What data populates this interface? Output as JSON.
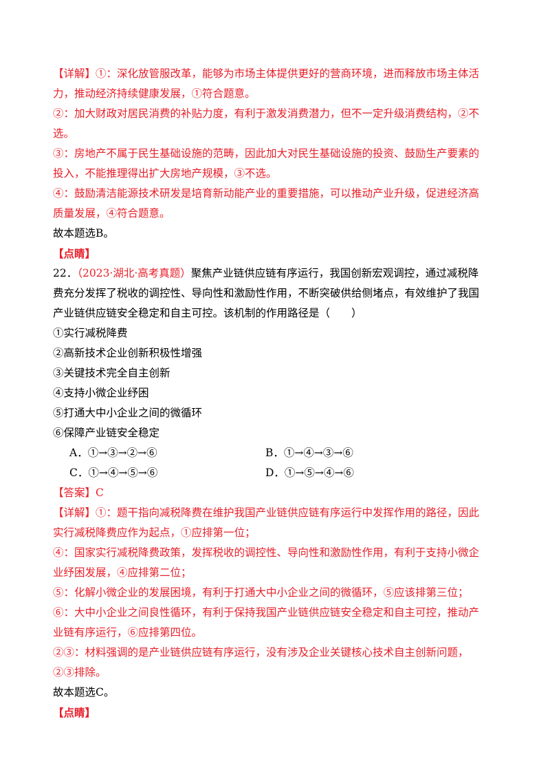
{
  "q21_explain": {
    "line1": "【详解】①：深化放管服改革，能够为市场主体提供更好的营商环境，进而释放市场主体活",
    "line2": "力，推动经济持续健康发展，①符合题意。",
    "line3": "②：加大财政对居民消费的补贴力度，有利于激发消费潜力，但不一定升级消费结构，②不",
    "line4": "选。",
    "line5": "③：房地产不属于民生基础设施的范畴，因此加大对民生基础设施的投资、鼓励生产要素的",
    "line6": "投入，不能推理得出扩大房地产规模，③不选。",
    "line7": "④：鼓励清洁能源技术研发是培育新动能产业的重要措施，可以推动产业升级，促进经济高",
    "line8": "质量发展，④符合题意。",
    "conclusion": "故本题选B。",
    "dianjing": "【点睛】"
  },
  "q22": {
    "number": "22．",
    "source": "（2023·湖北·高考真题）",
    "stem1": "聚焦产业链供应链有序运行，我国创新宏观调控，通过减税降",
    "stem2": "费充分发挥了税收的调控性、导向性和激励性作用，不断突破供给侧堵点，有效维护了我国",
    "stem3": "产业链供应链安全稳定和自主可控。该机制的作用路径是（　　）",
    "items": [
      "①实行减税降费",
      "②高新技术企业创新积极性增强",
      "③关键技术完全自主创新",
      "④支持小微企业纾困",
      "⑤打通大中小企业之间的微循环",
      "⑥保障产业链安全稳定"
    ],
    "options": {
      "A": "A．①→③→②→⑥",
      "B": "B．①→④→③→⑥",
      "C": "C．①→④→⑤→⑥",
      "D": "D．①→⑤→④→⑥"
    },
    "answer": "【答案】C",
    "explain": {
      "line1": "【详解】①：题干指向减税降费在维护我国产业链供应链有序运行中发挥作用的路径，因此",
      "line2": "实行减税降费应作为起点，①应排第一位；",
      "line3": "④：国家实行减税降费政策，发挥税收的调控性、导向性和激励性作用，有利于支持小微企",
      "line4": "业纾困发展，④应排第二位；",
      "line5": "⑤：化解小微企业的发展困境，有利于打通大中小企业之间的微循环，⑤应该排第三位；",
      "line6": "⑥：大中小企业之间良性循环，有利于保持我国产业链供应链安全稳定和自主可控，推动产",
      "line7": "业链有序运行，⑥应排第四位。",
      "line8": "②③：材料强调的是产业链供应链有序运行，没有涉及企业关键核心技术自主创新问题，",
      "line9": "②③排除。"
    },
    "conclusion": "故本题选C。",
    "dianjing": "【点睛】"
  }
}
